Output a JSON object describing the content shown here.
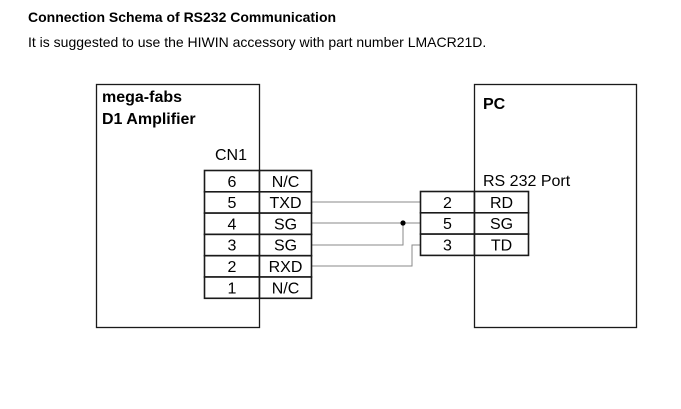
{
  "heading": "Connection Schema of RS232 Communication",
  "subtitle": "It is suggested to use the HIWIN accessory with part number LMACR21D.",
  "amplifier": {
    "title_line1": "mega-fabs",
    "title_line2": "D1 Amplifier",
    "connector_label": "CN1",
    "pins": [
      {
        "number": "6",
        "signal": "N/C"
      },
      {
        "number": "5",
        "signal": "TXD"
      },
      {
        "number": "4",
        "signal": "SG"
      },
      {
        "number": "3",
        "signal": "SG"
      },
      {
        "number": "2",
        "signal": "RXD"
      },
      {
        "number": "1",
        "signal": "N/C"
      }
    ]
  },
  "pc": {
    "title": "PC",
    "port_label": "RS 232 Port",
    "pins": [
      {
        "number": "2",
        "signal": "RD"
      },
      {
        "number": "5",
        "signal": "SG"
      },
      {
        "number": "3",
        "signal": "TD"
      }
    ]
  },
  "connections": [
    {
      "from": "CN1-5 TXD",
      "to": "PC-2 RD"
    },
    {
      "from": "CN1-4 SG",
      "to": "PC-5 SG"
    },
    {
      "from": "CN1-3 SG",
      "to": "PC-5 SG",
      "junction": true
    },
    {
      "from": "CN1-2 RXD",
      "to": "PC-3 TD"
    }
  ]
}
